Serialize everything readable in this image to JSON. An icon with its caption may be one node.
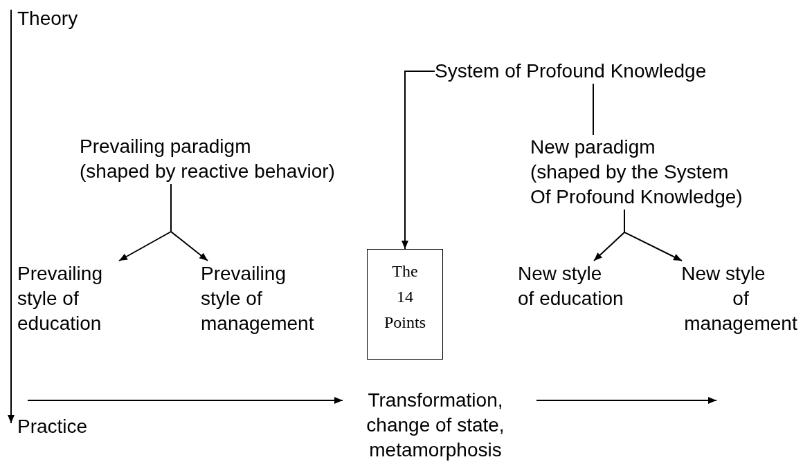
{
  "diagram": {
    "nodes": [
      {
        "text": [
          "Theory"
        ]
      },
      {
        "text": [
          "System of Profound Knowledge"
        ]
      },
      {
        "text": [
          "Prevailing paradigm (shaped by reactive behavior)"
        ]
      },
      {
        "text": [
          "New paradigm (shaped by the System Of Profound Knowledge)"
        ]
      },
      {
        "text": [
          "Prevailing style of education"
        ]
      },
      {
        "text": [
          "Prevailing style of management"
        ]
      },
      {
        "text": [
          "The 14 Points"
        ]
      },
      {
        "text": [
          "New style of education"
        ]
      },
      {
        "text": [
          "New style of management"
        ]
      },
      {
        "text": [
          "Practice"
        ]
      },
      {
        "text": [
          "Transformation, change of state, metamorphosis"
        ]
      }
    ],
    "edges": [
      {
        "from": 0,
        "to": 9,
        "arrow": "to"
      },
      {
        "from": 1,
        "to": 6,
        "arrow": "to"
      },
      {
        "from": 1,
        "to": 3,
        "arrow": "none"
      },
      {
        "from": 2,
        "to": 4,
        "arrow": "to"
      },
      {
        "from": 2,
        "to": 5,
        "arrow": "to"
      },
      {
        "from": 3,
        "to": 7,
        "arrow": "to"
      },
      {
        "from": 3,
        "to": 8,
        "arrow": "to"
      },
      {
        "from": null,
        "to": 10,
        "arrow": "to"
      },
      {
        "from": 10,
        "to": null,
        "arrow": "to"
      }
    ]
  }
}
